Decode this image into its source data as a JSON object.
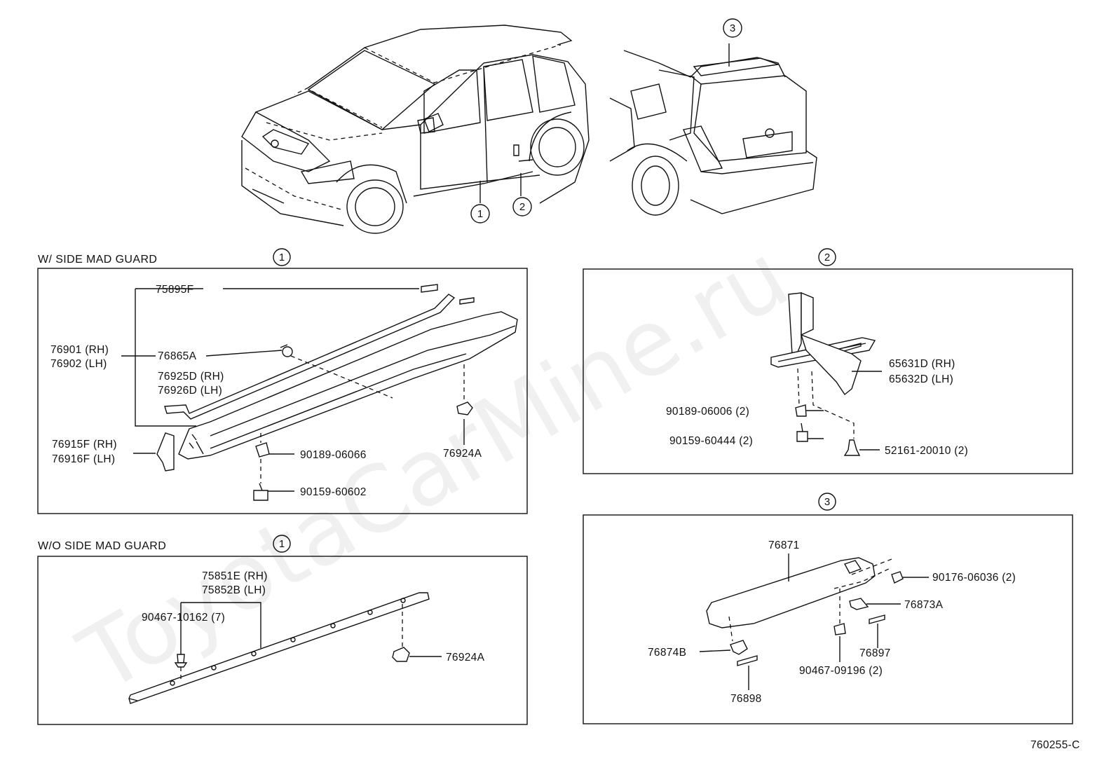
{
  "watermark": "ToyotaCarMine.ru",
  "diagram_code": "760255-C",
  "overview_callouts": [
    "1",
    "2",
    "3"
  ],
  "panel_w_guard": {
    "caption": "W/ SIDE MAD GUARD",
    "callout": "1",
    "labels": {
      "p75895F": "75895F",
      "p76901": "76901 (RH)",
      "p76902": "76902 (LH)",
      "p76865A": "76865A",
      "p76925D": "76925D (RH)",
      "p76926D": "76926D (LH)",
      "p76915F": "76915F (RH)",
      "p76916F": "76916F (LH)",
      "p90189_06066": "90189-06066",
      "p90159_60602": "90159-60602",
      "p76924A": "76924A"
    }
  },
  "panel_wo_guard": {
    "caption": "W/O SIDE MAD GUARD",
    "callout": "1",
    "labels": {
      "p75851E": "75851E (RH)",
      "p75852B": "75852B (LH)",
      "p90467_10162": "90467-10162 (7)",
      "p76924A": "76924A"
    }
  },
  "panel_2": {
    "callout": "2",
    "labels": {
      "p65631D": "65631D (RH)",
      "p65632D": "65632D (LH)",
      "p90189_06006": "90189-06006 (2)",
      "p90159_60444": "90159-60444 (2)",
      "p52161_20010": "52161-20010 (2)"
    }
  },
  "panel_3": {
    "callout": "3",
    "labels": {
      "p76871": "76871",
      "p90176_06036": "90176-06036 (2)",
      "p76873A": "76873A",
      "p76874B": "76874B",
      "p76897": "76897",
      "p90467_09196": "90467-09196 (2)",
      "p76898": "76898"
    }
  }
}
